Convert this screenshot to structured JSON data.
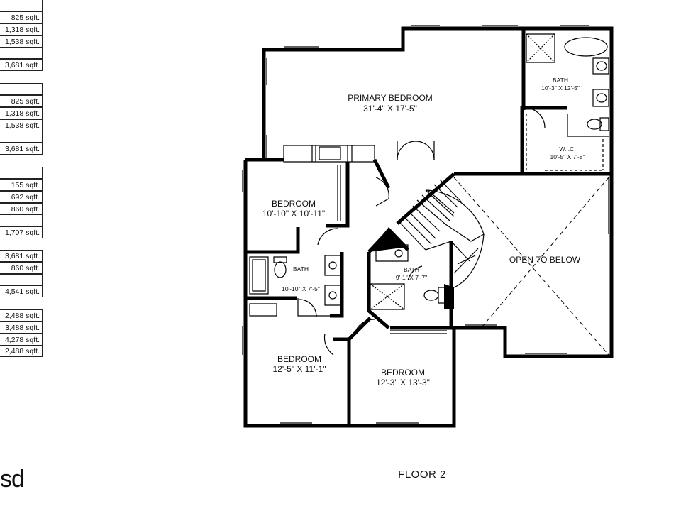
{
  "sqft_groups": [
    [
      "825 sqft.",
      "1,318 sqft.",
      "1,538 sqft.",
      "",
      "3,681 sqft."
    ],
    [
      "825 sqft.",
      "1,318 sqft.",
      "1,538 sqft.",
      "",
      "3,681 sqft."
    ],
    [
      "155 sqft.",
      "692 sqft.",
      "860 sqft.",
      "",
      "1,707 sqft."
    ],
    [
      "3,681 sqft.",
      "860 sqft.",
      "",
      "4,541 sqft."
    ],
    [
      "2,488 sqft.",
      "3,488 sqft.",
      "4,278 sqft.",
      "2,488 sqft."
    ]
  ],
  "brand_text": "sd",
  "rooms": {
    "primary_bedroom": {
      "name": "PRIMARY BEDROOM",
      "dims": "31'-4\" X 17'-5\""
    },
    "primary_bath": {
      "name": "BATH",
      "dims": "10'-3\" X 12'-5\""
    },
    "wic": {
      "name": "W.I.C.",
      "dims": "10'-5\" X 7'-8\""
    },
    "bedroom_1": {
      "name": "BEDROOM",
      "dims": "10'-10\" X 10'-11\""
    },
    "bath_1": {
      "name": "BATH",
      "dims": "10'-10\" X 7'-5\""
    },
    "bath_2": {
      "name": "BATH",
      "dims": "9'-1\" X 7'-7\""
    },
    "open_to_below": {
      "name": "OPEN TO BELOW"
    },
    "bedroom_2": {
      "name": "BEDROOM",
      "dims": "12'-5\" X 11'-1\""
    },
    "bedroom_3": {
      "name": "BEDROOM",
      "dims": "12'-3\" X 13'-3\""
    }
  },
  "floor_title": "FLOOR 2"
}
